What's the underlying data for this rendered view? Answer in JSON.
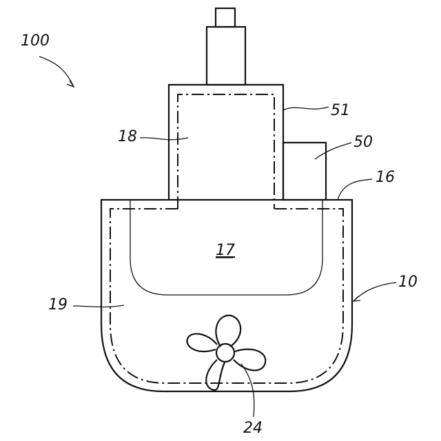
{
  "labels": {
    "ref_100": "100",
    "ref_51": "51",
    "ref_50": "50",
    "ref_18": "18",
    "ref_16": "16",
    "ref_17": "17",
    "ref_10": "10",
    "ref_19": "19",
    "ref_24": "24"
  }
}
